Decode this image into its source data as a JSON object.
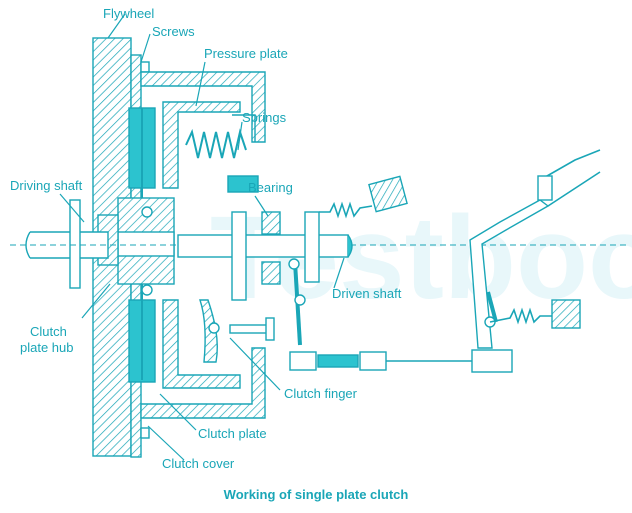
{
  "diagram": {
    "caption": "Working of single plate clutch",
    "watermark": "Testbook",
    "colors": {
      "ink": "#1aa6b7",
      "fill": "#2cc3cf",
      "watermark": "#e8f7fa",
      "background": "#ffffff"
    },
    "labels": {
      "flywheel": "Flywheel",
      "screws": "Screws",
      "pressure_plate": "Pressure plate",
      "springs": "Springs",
      "driving_shaft": "Driving shaft",
      "bearing": "Bearing",
      "driven_shaft": "Driven shaft",
      "clutch_plate_hub_line1": "Clutch",
      "clutch_plate_hub_line2": "plate hub",
      "clutch_finger": "Clutch finger",
      "clutch_plate": "Clutch plate",
      "clutch_cover": "Clutch cover"
    }
  }
}
